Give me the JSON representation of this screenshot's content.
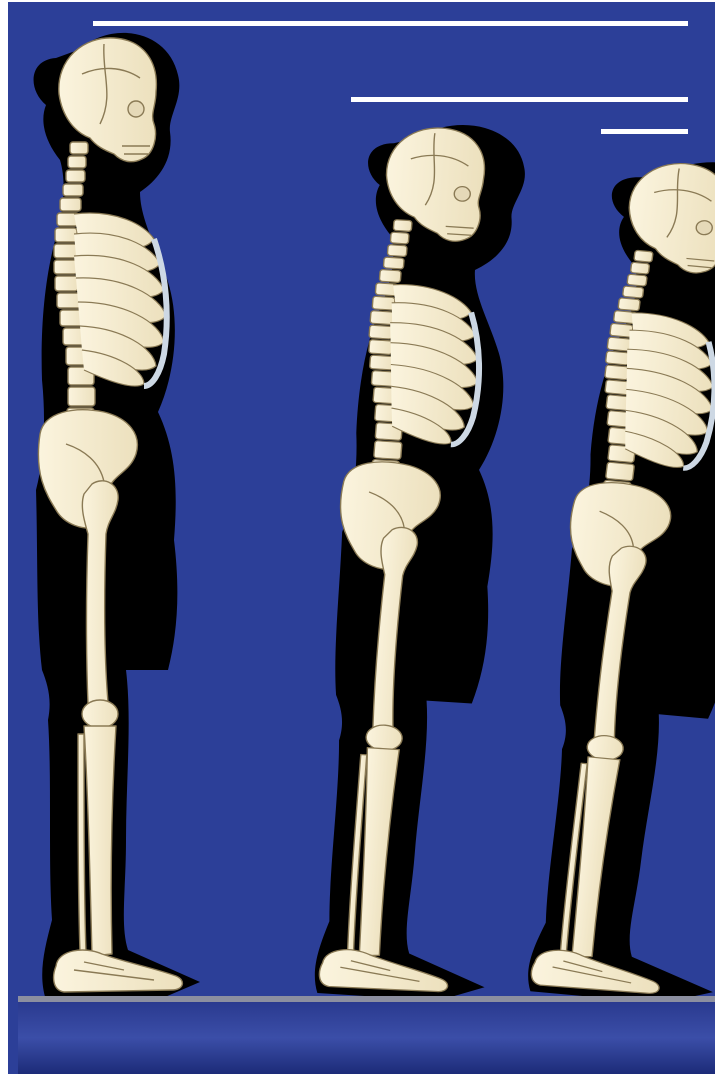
{
  "colors": {
    "background": "#2c3f98",
    "silhouette": "#000000",
    "bone": "#f6ecd0",
    "bone_outline": "#8a7a55",
    "cartilage": "#cdd8e4",
    "height_line": "#ffffff",
    "floor_top": "#8c8fa0",
    "floor": "#1f2f80"
  },
  "figures": [
    {
      "posture": "upright"
    },
    {
      "posture": "slight-stoop"
    },
    {
      "posture": "pronounced-stoop"
    }
  ]
}
